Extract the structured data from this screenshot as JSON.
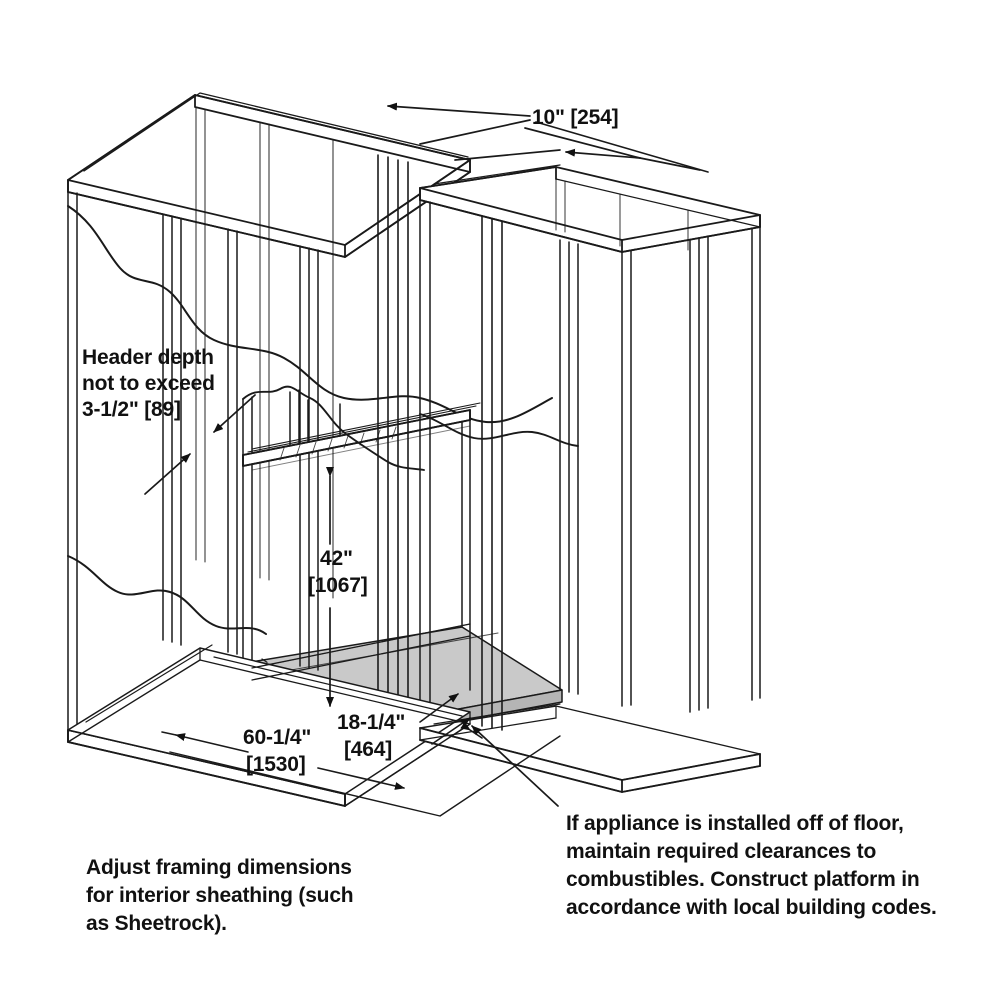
{
  "diagram": {
    "title": "Fireplace wall framing isometric",
    "colors": {
      "line": "#1a1a1a",
      "platform_fill": "#c9c9c9",
      "background": "#ffffff",
      "text": "#111111"
    },
    "labels": {
      "depth_top": "10\" [254]",
      "header_note_line1": "Header depth",
      "header_note_line2": "not to exceed",
      "header_note_line3": "3-1/2\" [89]",
      "height_line1": "42\"",
      "height_line2": "[1067]",
      "width_line1": "60-1/4\"",
      "width_line2": "[1530]",
      "depth_line1": "18-1/4\"",
      "depth_line2": "[464]",
      "platform_note_line1": "If appliance is installed off of floor,",
      "platform_note_line2": "maintain required clearances to",
      "platform_note_line3": "combustibles. Construct platform in",
      "platform_note_line4": "accordance with local building codes.",
      "sheathing_note_line1": "Adjust framing dimensions",
      "sheathing_note_line2": "for interior sheathing (such",
      "sheathing_note_line3": "as Sheetrock)."
    },
    "icons": {
      "arrow": "arrowhead-icon",
      "leader": "leader-line-icon",
      "break": "break-line-icon"
    }
  }
}
